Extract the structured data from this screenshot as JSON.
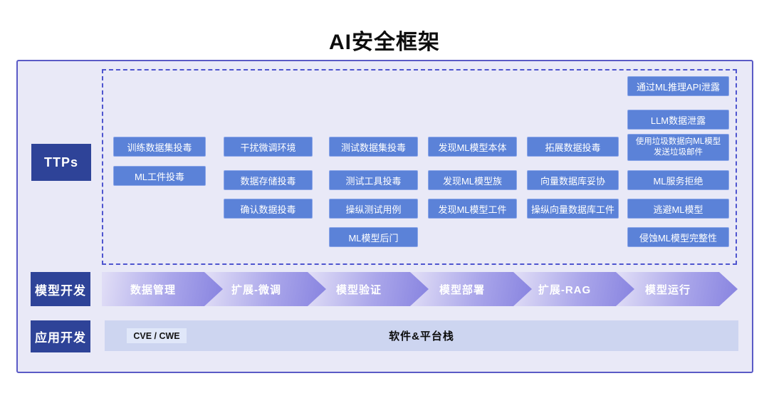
{
  "title": "AI安全框架",
  "colors": {
    "container_bg": "#e9e9f7",
    "container_border": "#5a5ac6",
    "dashed_border": "#4f55cf",
    "label_navy": "#2e4398",
    "ttp_button_blue": "#5b82d8",
    "arrow_gradient_light": "#e0ddf6",
    "arrow_gradient_dark": "#8b87e1",
    "bottom_bar_bg": "#cdd5f0",
    "cve_chip_bg": "#e0e7f9"
  },
  "left_labels": {
    "ttps": "TTPs",
    "model_dev": "模型开发",
    "app_dev": "应用开发"
  },
  "ttps": {
    "columns": [
      {
        "buttons": [
          {
            "label": "训练数据集投毒",
            "row": "row-1"
          },
          {
            "label": "ML工件投毒",
            "row": "row-1b"
          }
        ]
      },
      {
        "buttons": [
          {
            "label": "干扰微调环境",
            "row": "row-1"
          },
          {
            "label": "数据存储投毒",
            "row": "row-2"
          },
          {
            "label": "确认数据投毒",
            "row": "row-3"
          }
        ]
      },
      {
        "buttons": [
          {
            "label": "测试数据集投毒",
            "row": "row-1"
          },
          {
            "label": "测试工具投毒",
            "row": "row-2"
          },
          {
            "label": "操纵测试用例",
            "row": "row-3"
          },
          {
            "label": "ML模型后门",
            "row": "row-4"
          }
        ]
      },
      {
        "buttons": [
          {
            "label": "发现ML模型本体",
            "row": "row-1"
          },
          {
            "label": "发现ML模型族",
            "row": "row-2"
          },
          {
            "label": "发现ML模型工件",
            "row": "row-3"
          }
        ]
      },
      {
        "buttons": [
          {
            "label": "拓展数据投毒",
            "row": "row-1"
          },
          {
            "label": "向量数据库妥协",
            "row": "row-2"
          },
          {
            "label": "操纵向量数据库工件",
            "row": "row-3"
          }
        ]
      },
      {
        "buttons": [
          {
            "label": "通过ML推理API泄露",
            "row": "row-a"
          },
          {
            "label": "LLM数据泄露",
            "row": "row-b"
          },
          {
            "label": "使用垃圾数据向ML模型发送垃圾邮件",
            "row": "row-tall",
            "line1": "使用垃圾数据向ML模型",
            "line2": "发送垃圾邮件"
          },
          {
            "label": "ML服务拒绝",
            "row": "row-2"
          },
          {
            "label": "逃避ML模型",
            "row": "row-3"
          },
          {
            "label": "侵蚀ML模型完整性",
            "row": "row-4"
          }
        ]
      }
    ]
  },
  "pipeline": {
    "stages": [
      "数据管理",
      "扩展-微调",
      "模型验证",
      "模型部署",
      "扩展-RAG",
      "模型运行"
    ]
  },
  "bottom": {
    "cve_chip": "CVE / CWE",
    "label": "软件&平台栈"
  }
}
